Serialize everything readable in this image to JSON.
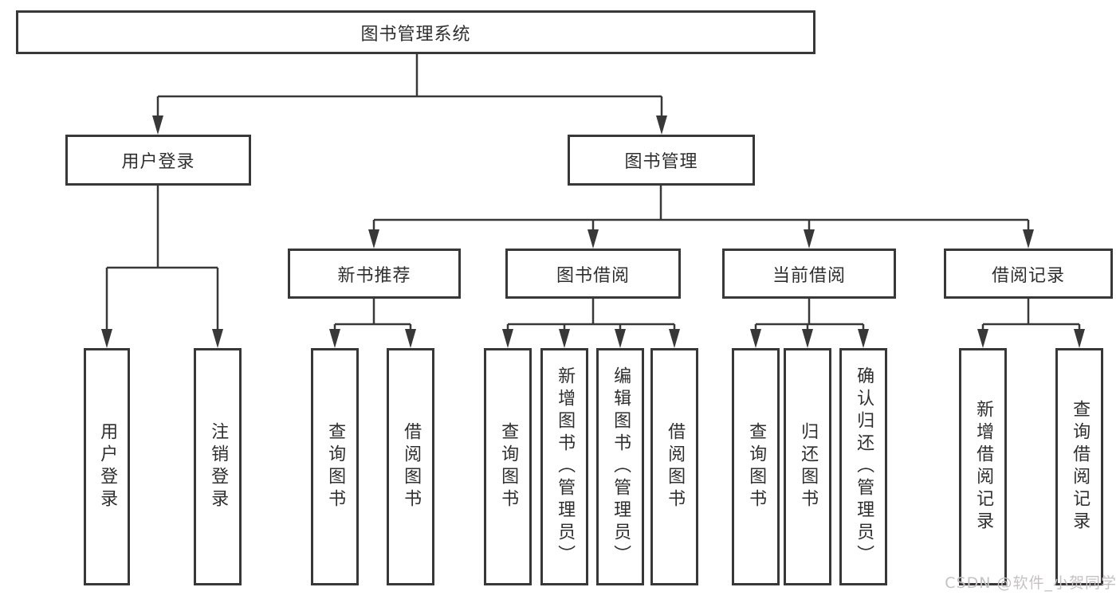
{
  "diagram_type": "tree",
  "tree": {
    "root": {
      "label": "图书管理系统",
      "children": [
        {
          "label": "用户登录",
          "children": [
            {
              "label": "用户登录"
            },
            {
              "label": "注销登录"
            }
          ]
        },
        {
          "label": "图书管理",
          "children": [
            {
              "label": "新书推荐",
              "children": [
                {
                  "label": "查询图书"
                },
                {
                  "label": "借阅图书"
                }
              ]
            },
            {
              "label": "图书借阅",
              "children": [
                {
                  "label": "查询图书"
                },
                {
                  "label": "新增图书（管理员）"
                },
                {
                  "label": "编辑图书（管理员）"
                },
                {
                  "label": "借阅图书"
                }
              ]
            },
            {
              "label": "当前借阅",
              "children": [
                {
                  "label": "查询图书"
                },
                {
                  "label": "归还图书"
                },
                {
                  "label": "确认归还（管理员）"
                }
              ]
            },
            {
              "label": "借阅记录",
              "children": [
                {
                  "label": "新增借阅记录"
                },
                {
                  "label": "查询借阅记录"
                }
              ]
            }
          ]
        }
      ]
    }
  },
  "watermark": {
    "text": "CSDN @软件_小贺同学"
  },
  "colors": {
    "line": "#383838",
    "box_border": "#383838",
    "box_fill": "#ffffff",
    "text": "#2f2f2f",
    "watermark": "#c6c2c2",
    "background": "#ffffff"
  }
}
